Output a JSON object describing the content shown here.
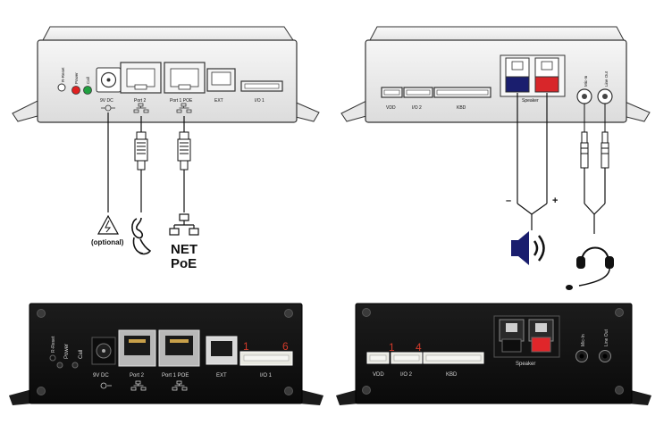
{
  "left_unit": {
    "labels": {
      "reset": "R-Reset",
      "power": "Power",
      "call": "Call",
      "dc": "9V DC",
      "port2": "Port 2",
      "port1": "Port 1 POE",
      "ext": "EXT",
      "io1": "I/O 1"
    },
    "optional": "(optional)",
    "net": "NET",
    "poe": "PoE"
  },
  "right_unit": {
    "labels": {
      "vdd": "VDD",
      "io2": "I/O 2",
      "kbd": "KBD",
      "speaker": "Speaker",
      "mic_in": "Mic-In",
      "line_out": "Line Out"
    },
    "minus": "–",
    "plus": "+"
  },
  "photo_left": {
    "labels": {
      "reset": "R-Reset",
      "power": "Power",
      "call": "Call",
      "dc": "9V DC",
      "port2": "Port 2",
      "port1": "Port 1 POE",
      "ext": "EXT",
      "io1": "I/O 1"
    },
    "pin_first": "1",
    "pin_last": "6"
  },
  "photo_right": {
    "labels": {
      "vdd": "VDD",
      "io2": "I/O 2",
      "kbd": "KBD",
      "speaker": "Speaker",
      "mic_in": "Mic-In",
      "line_out": "Line Out"
    },
    "pin_first": "1",
    "pin_last": "4"
  },
  "colors": {
    "speaker_minus": "#1a1e6e",
    "speaker_plus": "#d8262a",
    "led_red": "#e02020",
    "led_green": "#20a040",
    "photo_body": "#121212",
    "pin_red": "#d23a2a"
  }
}
